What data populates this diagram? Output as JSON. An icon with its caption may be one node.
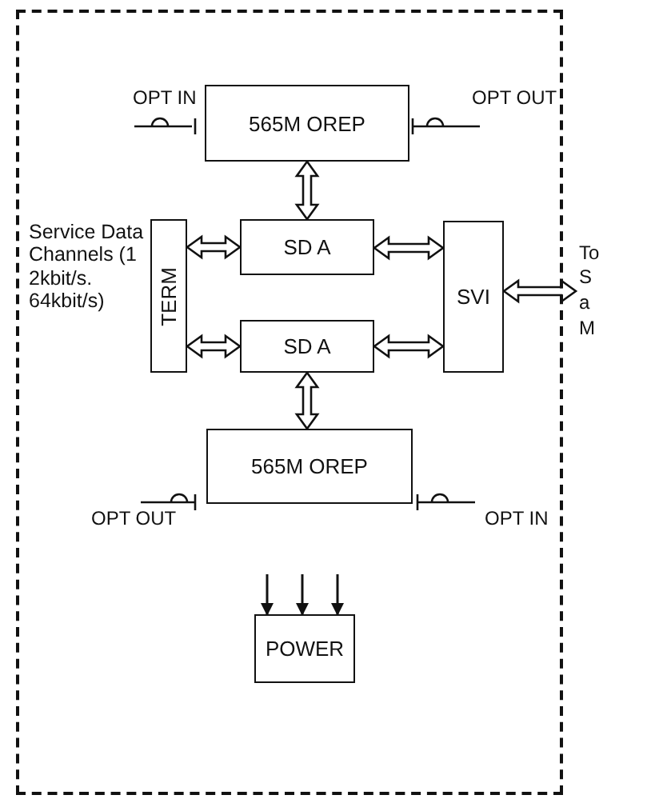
{
  "diagram": {
    "nodes": [
      {
        "text": [],
        "shape": "box"
      },
      {
        "text": [
          "565M OREP"
        ],
        "in": 0
      },
      {
        "text": [
          "SD A"
        ],
        "in": 0
      },
      {
        "text": [
          "SD A"
        ],
        "in": 0
      },
      {
        "text": [
          "TERM"
        ],
        "in": 0
      },
      {
        "text": [
          "SVI"
        ],
        "in": 0
      },
      {
        "text": [
          "565M OREP"
        ],
        "in": 0
      },
      {
        "text": [
          "POWER"
        ],
        "in": 0
      },
      {
        "text": [
          "To S a M"
        ]
      }
    ],
    "edges": [
      {
        "from": 1,
        "to": 2,
        "arrow": "both",
        "style": "thick"
      },
      {
        "from": 4,
        "to": 2,
        "arrow": "both",
        "style": "thick"
      },
      {
        "from": 2,
        "to": 5,
        "arrow": "both",
        "style": "thick"
      },
      {
        "from": 4,
        "to": 3,
        "arrow": "both",
        "style": "thick"
      },
      {
        "from": 3,
        "to": 5,
        "arrow": "both",
        "style": "thick"
      },
      {
        "from": 3,
        "to": 6,
        "arrow": "both",
        "style": "thick"
      },
      {
        "from": 5,
        "to": 8,
        "arrow": "both",
        "style": "thick"
      },
      {
        "from": null,
        "to": 7,
        "arrow": "to"
      },
      {
        "from": null,
        "to": 7,
        "arrow": "to"
      },
      {
        "from": null,
        "to": 7,
        "arrow": "to"
      }
    ],
    "labels": [
      "OPT IN",
      "OPT OUT",
      "Service Data Channels (1 2kbit/s. 64kbit/s)",
      "OPT OUT",
      "OPT IN"
    ]
  }
}
